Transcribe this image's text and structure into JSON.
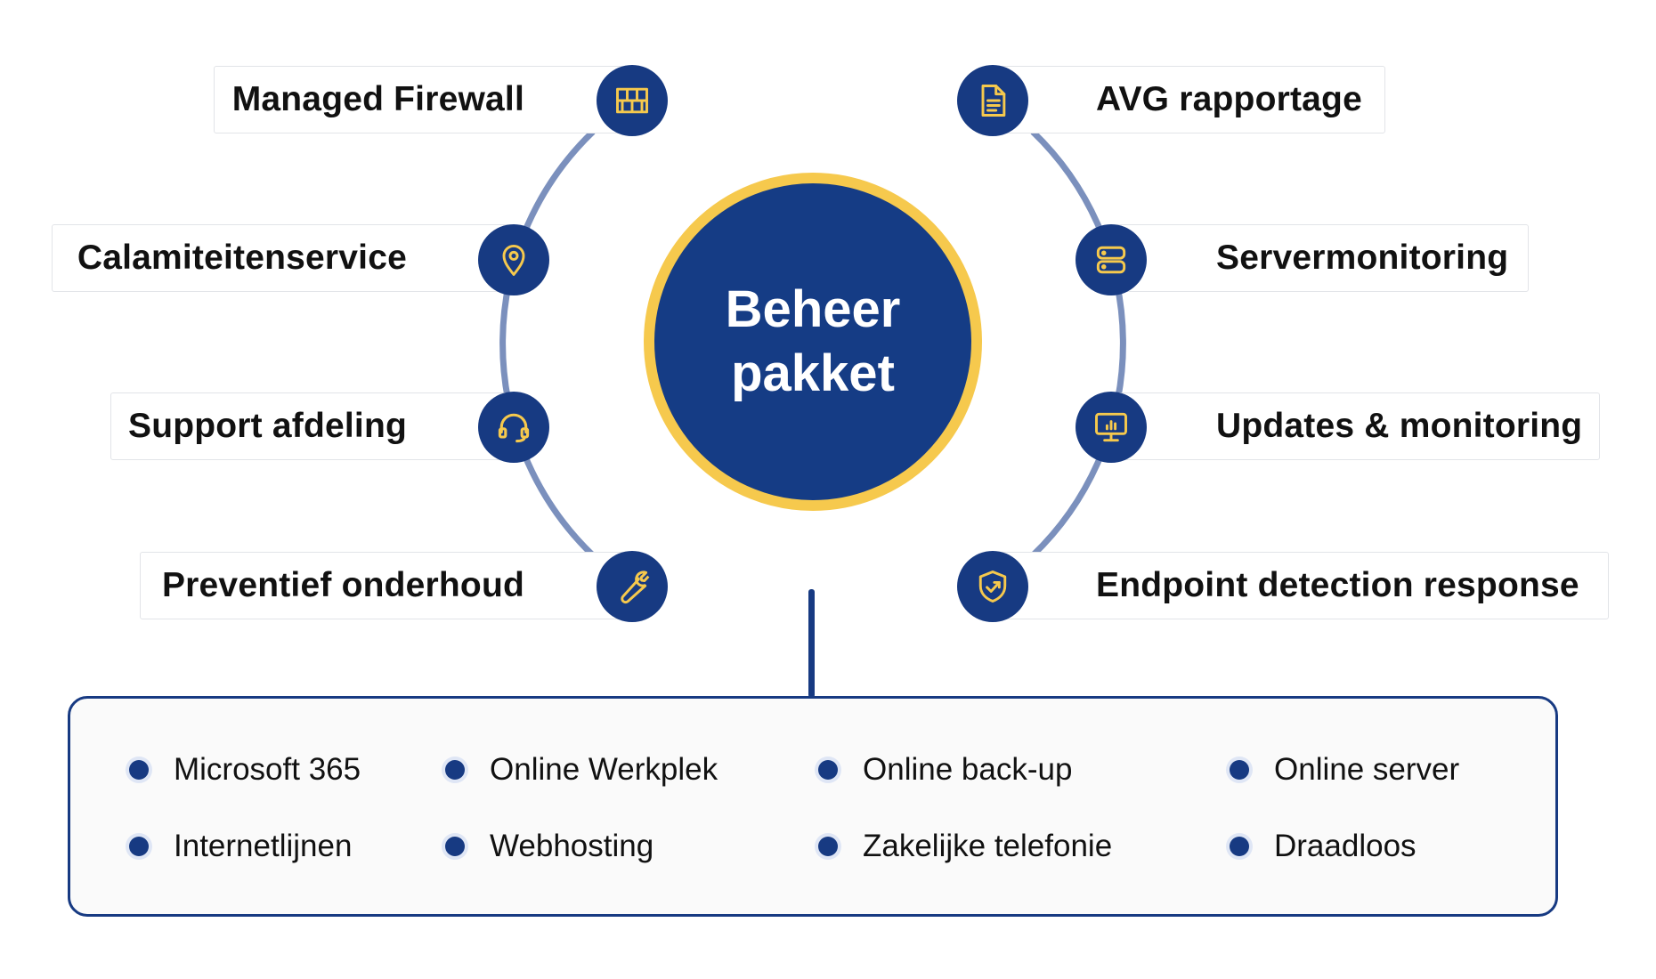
{
  "center": {
    "lines": [
      "Beheer",
      "pakket"
    ]
  },
  "features_left": [
    {
      "label": "Managed Firewall",
      "icon": "firewall-brick-icon"
    },
    {
      "label": "Calamiteitenservice",
      "icon": "map-pin-icon"
    },
    {
      "label": "Support afdeling",
      "icon": "headset-icon"
    },
    {
      "label": "Preventief onderhoud",
      "icon": "wrench-icon"
    }
  ],
  "features_right": [
    {
      "label": "AVG rapportage",
      "icon": "document-icon"
    },
    {
      "label": "Servermonitoring",
      "icon": "server-icon"
    },
    {
      "label": "Updates & monitoring",
      "icon": "monitor-chart-icon"
    },
    {
      "label": "Endpoint detection response",
      "icon": "shield-check-icon"
    }
  ],
  "services": [
    [
      "Microsoft 365",
      "Online Werkplek",
      "Online back-up",
      "Online server"
    ],
    [
      "Internetlijnen",
      "Webhosting",
      "Zakelijke telefonie",
      "Draadloos"
    ]
  ],
  "colors": {
    "navy": "#173a82",
    "gold_ring": "#f6c94d",
    "arc": "#7b90bd",
    "icon_stroke": "#f6c94d"
  }
}
